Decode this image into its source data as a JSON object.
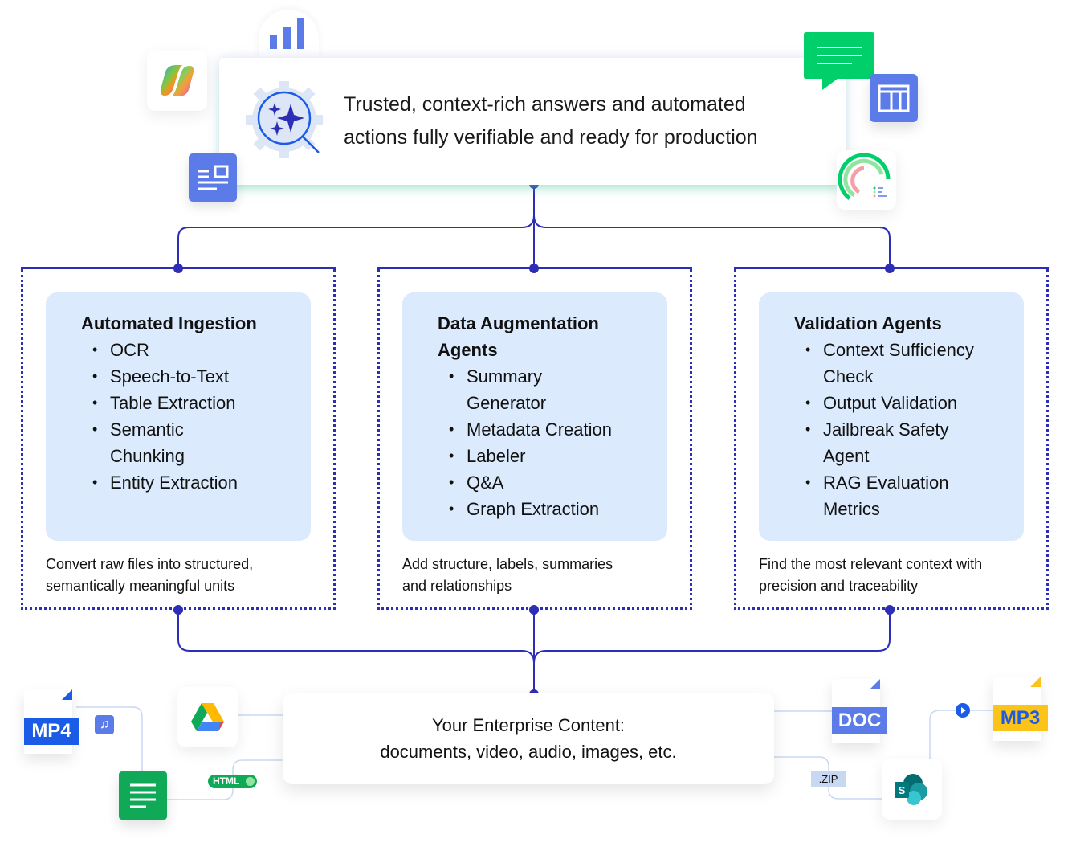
{
  "top_card": {
    "line1": "Trusted, context-rich answers and automated",
    "line2": "actions fully verifiable and ready for production",
    "icon": "gear-search-sparkle-icon"
  },
  "top_icons": [
    "copilot-logo-icon",
    "bar-chart-icon",
    "document-layout-icon",
    "chat-bubble-icon",
    "table-layout-icon",
    "gauge-chart-icon"
  ],
  "columns": [
    {
      "title": "Automated Ingestion",
      "title_lines": [
        "Automated Ingestion"
      ],
      "items": [
        [
          "OCR"
        ],
        [
          "Speech-to-Text"
        ],
        [
          "Table Extraction"
        ],
        [
          "Semantic",
          "Chunking"
        ],
        [
          "Entity Extraction"
        ]
      ],
      "description": [
        "Convert raw files into structured,",
        "semantically meaningful units"
      ]
    },
    {
      "title": "Data Augmentation Agents",
      "title_lines": [
        "Data Augmentation",
        "Agents"
      ],
      "items": [
        [
          "Summary",
          "Generator"
        ],
        [
          "Metadata Creation"
        ],
        [
          "Labeler"
        ],
        [
          "Q&A"
        ],
        [
          "Graph Extraction"
        ]
      ],
      "description": [
        "Add structure, labels, summaries",
        "and relationships"
      ]
    },
    {
      "title": "Validation Agents",
      "title_lines": [
        "Validation Agents"
      ],
      "items": [
        [
          "Context Sufficiency",
          "Check"
        ],
        [
          "Output Validation"
        ],
        [
          "Jailbreak Safety",
          "Agent"
        ],
        [
          "RAG Evaluation",
          "Metrics"
        ]
      ],
      "description": [
        "Find the most relevant context with",
        "precision and traceability"
      ]
    }
  ],
  "bottom_card": {
    "line1": "Your Enterprise Content:",
    "line2": "documents, video, audio, images, etc."
  },
  "sources": {
    "mp4": "MP4",
    "doc": "DOC",
    "mp3": "MP3",
    "html": "HTML",
    "zip": ".ZIP"
  },
  "colors": {
    "connector": "#2d2db5",
    "panel": "#dbeafd",
    "accent_blue": "#5b7be8",
    "green": "#0fa958",
    "mp3_yellow": "#fcc419"
  }
}
